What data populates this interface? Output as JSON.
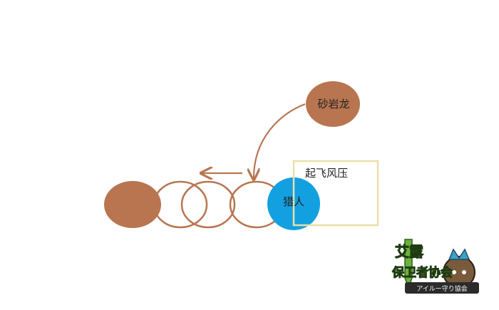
{
  "diagram": {
    "monster_label": "砂岩龙",
    "hunter_label": "猎人",
    "wind_pressure_label": "起飞风压"
  },
  "colors": {
    "monster": "#b87550",
    "hunter": "#13a0e0",
    "stroke": "#b87550",
    "wind_box": "#eadfa8",
    "logo_green": "#6ab23a"
  },
  "logo": {
    "title_line1": "艾露",
    "title_line2": "保卫者协会",
    "subtitle": "アイルー守り協会"
  }
}
